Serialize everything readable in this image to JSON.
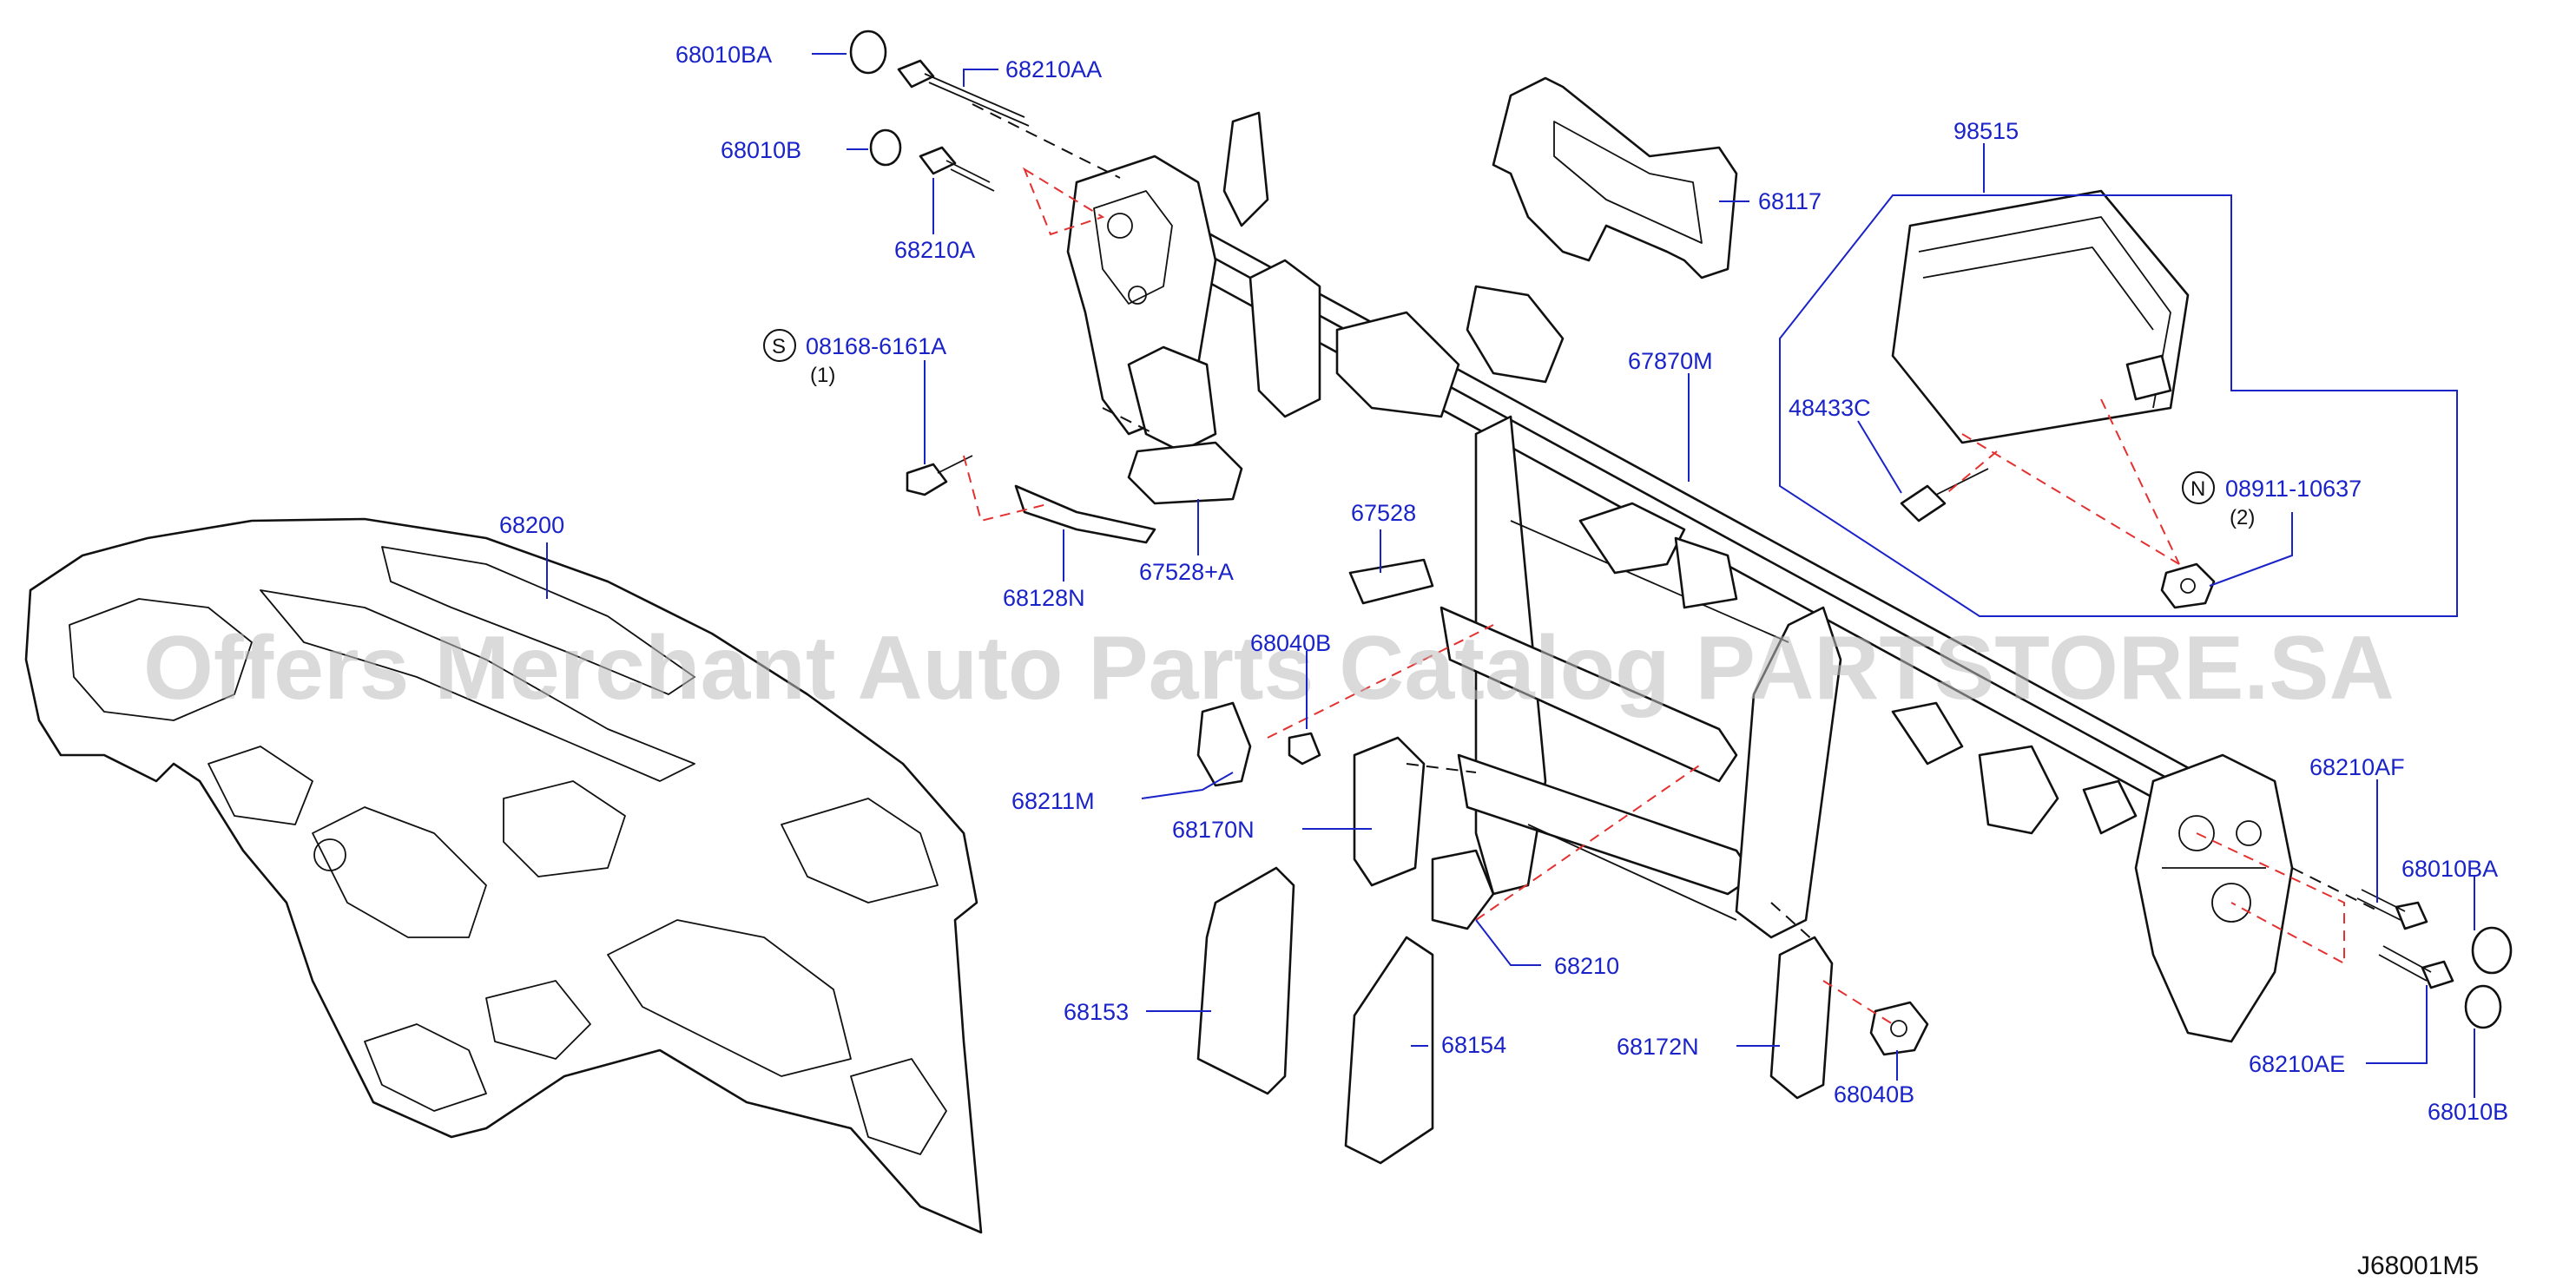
{
  "diagram_code": "J68001M5",
  "watermark": "Offers Merchant Auto Parts Catalog PARTSTORE.SA",
  "callouts": {
    "p68010BA_top": "68010BA",
    "p68210AA": "68210AA",
    "p68010B_top": "68010B",
    "p68210A": "68210A",
    "p08168": "08168-6161A",
    "p08168_qty": "(1)",
    "p08168_sym": "S",
    "p68117": "68117",
    "p98515": "98515",
    "p67870M": "67870M",
    "p48433C": "48433C",
    "p08911": "08911-10637",
    "p08911_qty": "(2)",
    "p08911_sym": "N",
    "p68200": "68200",
    "p67528": "67528",
    "p68128N": "68128N",
    "p67528A": "67528+A",
    "p68040B_partial": "68040B",
    "p68211M": "68211M",
    "p68170N": "68170N",
    "p68210AF": "68210AF",
    "p68010BA_right": "68010BA",
    "p68210": "68210",
    "p68153": "68153",
    "p68154": "68154",
    "p68172N": "68172N",
    "p68040B": "68040B",
    "p68210AE": "68210AE",
    "p68010B_right": "68010B"
  },
  "colors": {
    "callout_text": "#1a23c8",
    "leader_line": "#1a23c8",
    "dashed_fastener_line": "#e53030",
    "part_outline": "#111111",
    "watermark": "#bdbdbd"
  }
}
